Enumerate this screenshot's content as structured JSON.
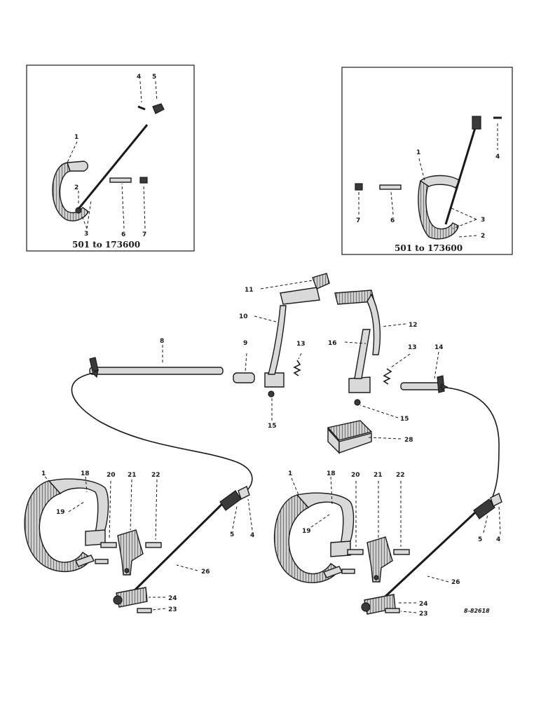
{
  "inset_left": {
    "caption": "501 to 173600",
    "callouts": {
      "c1": "1",
      "c2": "2",
      "c3": "3",
      "c4": "4",
      "c5": "5",
      "c6": "6",
      "c7": "7"
    }
  },
  "inset_right": {
    "caption": "501 to 173600",
    "callouts": {
      "c1": "1",
      "c2": "2",
      "c3": "3",
      "c4": "4",
      "c6": "6",
      "c7": "7"
    }
  },
  "pedals": {
    "callouts": {
      "c8": "8",
      "c9": "9",
      "c10": "10",
      "c11": "11",
      "c12": "12",
      "c13a": "13",
      "c13b": "13",
      "c14": "14",
      "c15a": "15",
      "c15b": "15",
      "c16": "16",
      "c28": "28"
    }
  },
  "brake_left": {
    "callouts": {
      "c1": "1",
      "c18": "18",
      "c19": "19",
      "c20": "20",
      "c21": "21",
      "c22": "22",
      "c26": "26",
      "c5": "5",
      "c4": "4",
      "c24": "24",
      "c23": "23"
    }
  },
  "brake_right": {
    "callouts": {
      "c1": "1",
      "c18": "18",
      "c19": "19",
      "c20": "20",
      "c21": "21",
      "c22": "22",
      "c26": "26",
      "c5": "5",
      "c4": "4",
      "c24": "24",
      "c23": "23"
    }
  },
  "drawing_code": "8-82618"
}
